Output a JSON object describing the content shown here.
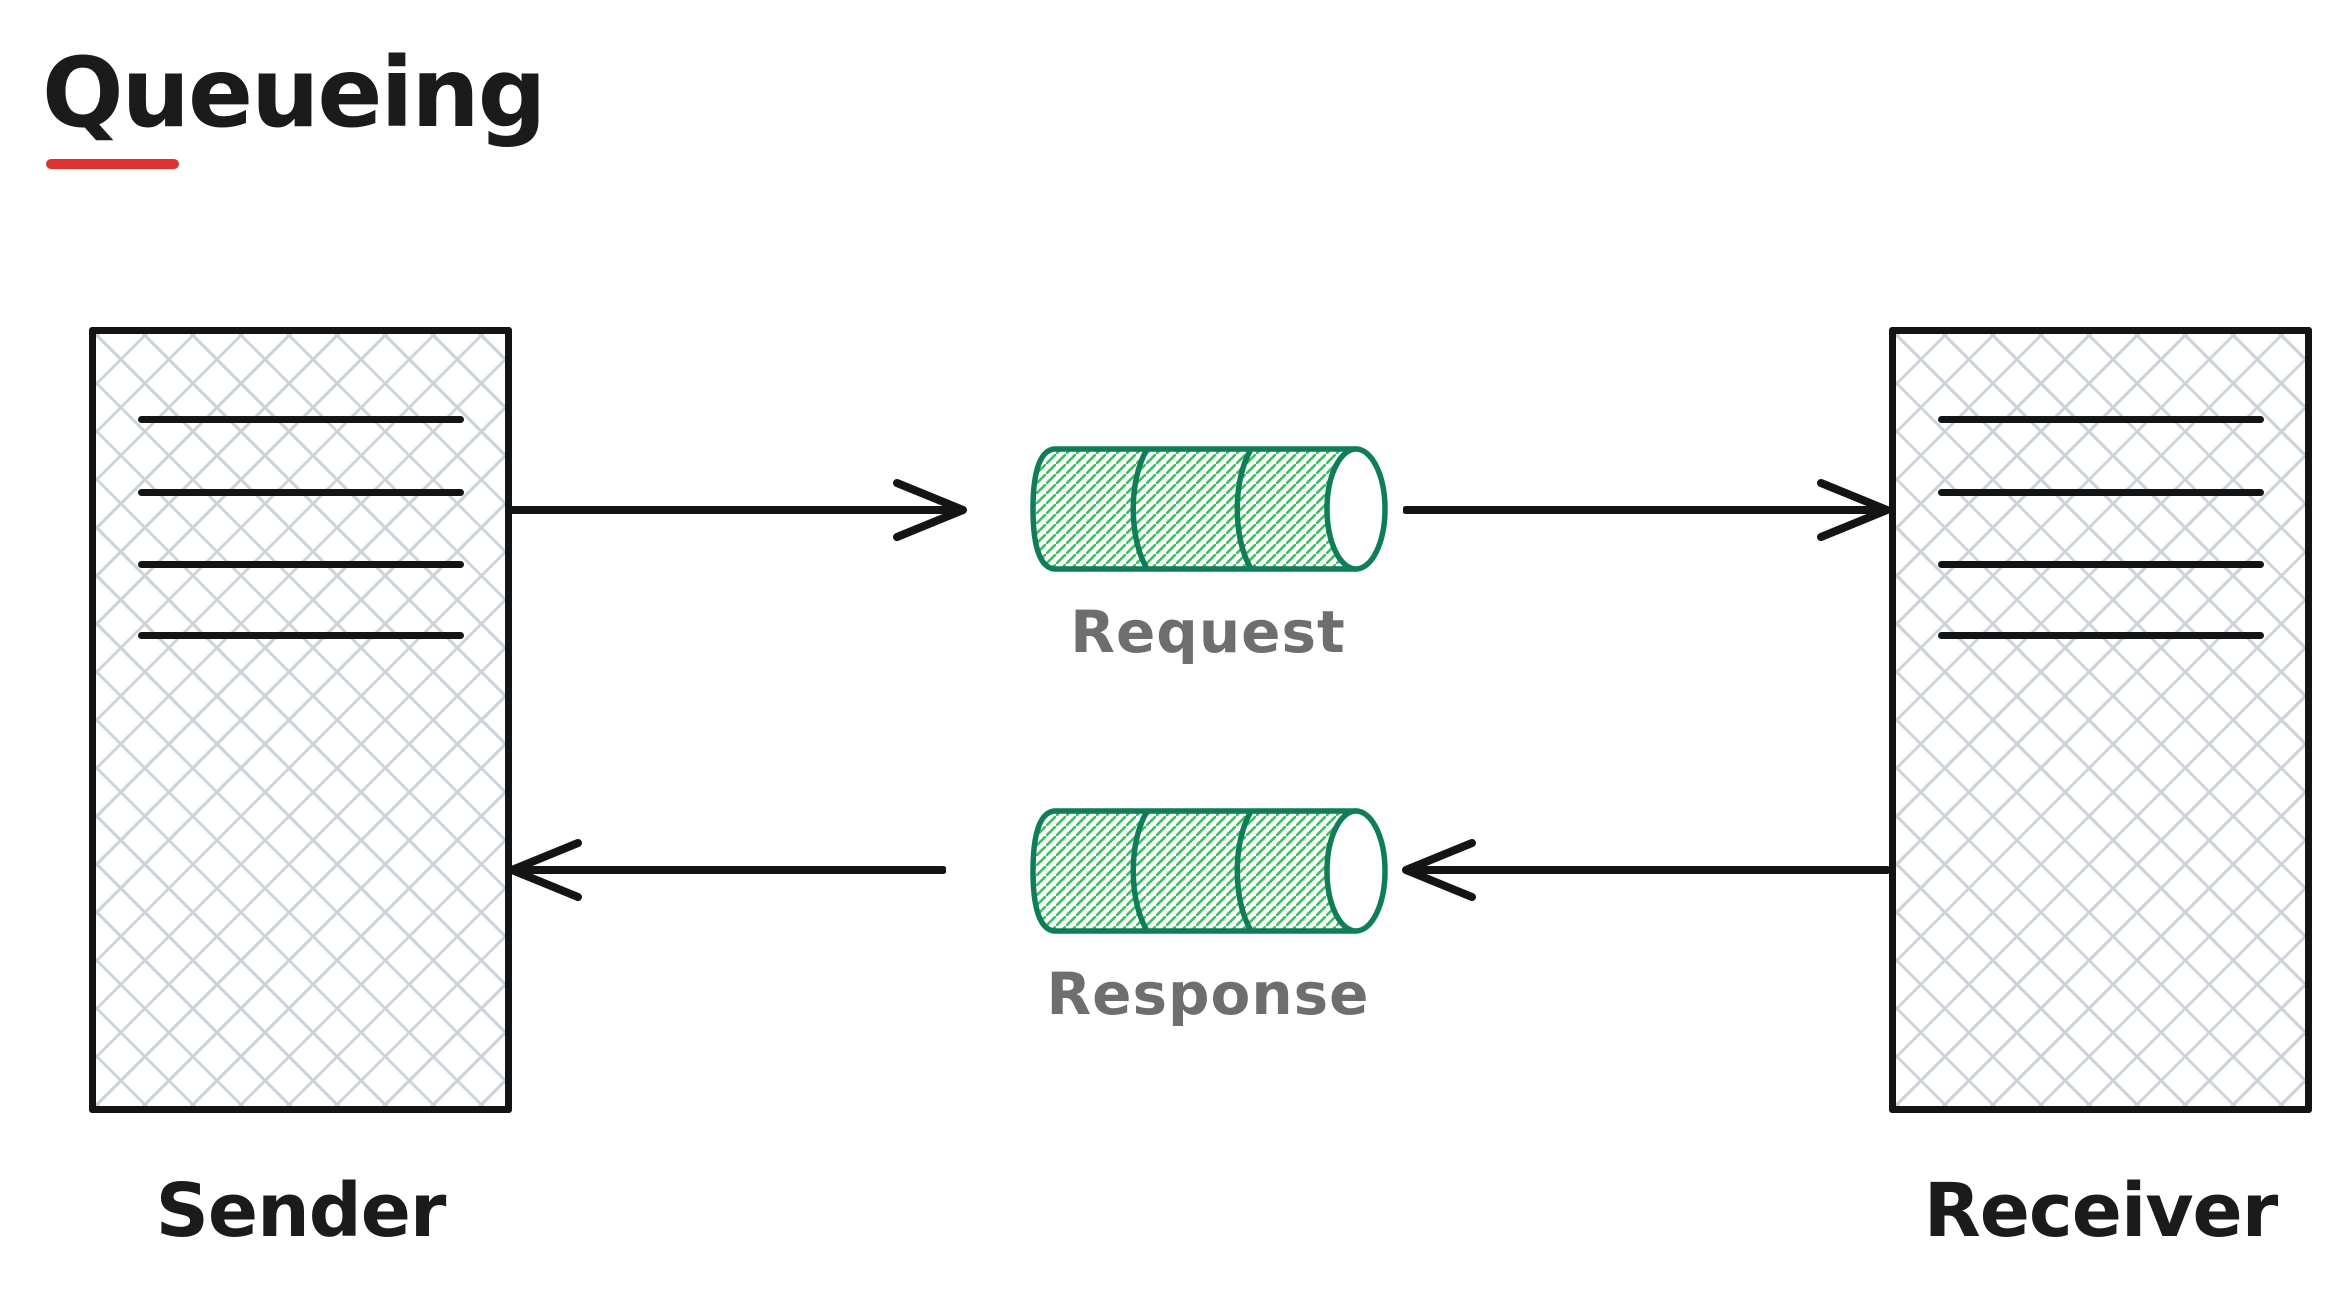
{
  "title": "Queueing",
  "nodes": {
    "sender": {
      "label": "Sender"
    },
    "receiver": {
      "label": "Receiver"
    }
  },
  "queues": {
    "request": {
      "label": "Request"
    },
    "response": {
      "label": "Response"
    }
  },
  "colors": {
    "stroke_black": "#141414",
    "title_underline_red": "#e03131",
    "queue_outline_green": "#0e7d58",
    "queue_hatch_green": "#3fbf5f",
    "queue_label_gray": "#6e6e6e",
    "box_crosshatch_gray": "#ccd3da",
    "background": "#ffffff"
  }
}
